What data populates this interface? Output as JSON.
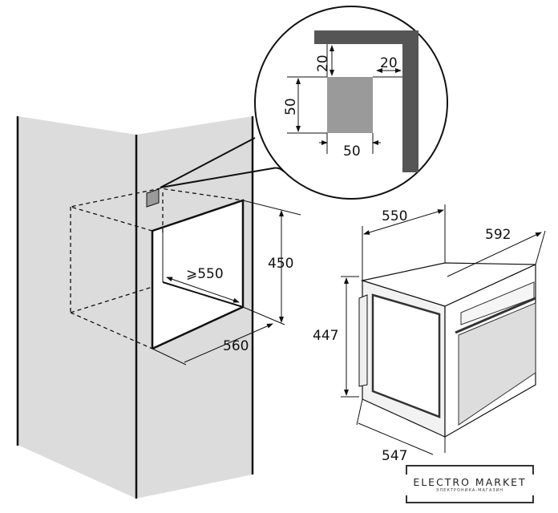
{
  "diagram": {
    "cabinet": {
      "depth_label": "⩾550",
      "height_label": "450",
      "width_label": "560"
    },
    "vent_detail": {
      "top_offset": "20",
      "side_offset": "20",
      "vent_height": "50",
      "vent_width": "50"
    },
    "oven": {
      "depth_label": "550",
      "width_label": "592",
      "height_label": "447",
      "bottom_depth_label": "547"
    }
  },
  "logo": {
    "name": "ELECTRO MARKET",
    "subtitle": "ЭЛЕКТРОНИКА-МАГАЗИН"
  },
  "colors": {
    "panel": "#dcdcdc",
    "vent": "#9a9a9a",
    "line": "#111111"
  }
}
